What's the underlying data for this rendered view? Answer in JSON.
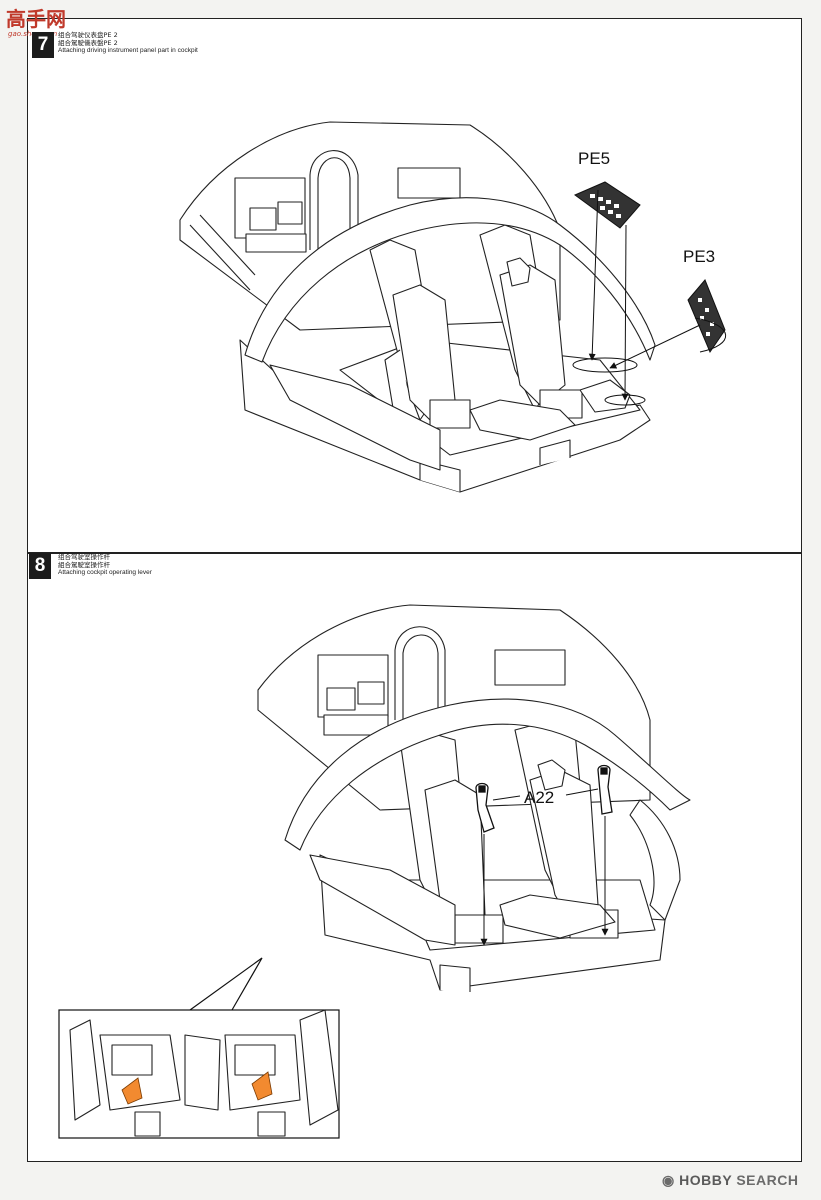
{
  "logo": {
    "text": "高手网",
    "domain": "gao.shou.com"
  },
  "step7": {
    "number": "7",
    "zh_line1": "组合驾驶仪表盘PE 2",
    "zh_line2": "組合駕駛儀表盤PE 2",
    "en": "Attaching driving instrument panel part in cockpit",
    "labels": {
      "pe5": "PE5",
      "pe3": "PE3"
    }
  },
  "step8": {
    "number": "8",
    "zh_line1": "组合驾驶室操作杆",
    "zh_line2": "組合駕駛室操作杆",
    "en": "Attaching cockpit operating lever",
    "labels": {
      "a22": "A22"
    }
  },
  "footer": {
    "brand_hobby": "HOBBY",
    "brand_search": "SEARCH"
  }
}
